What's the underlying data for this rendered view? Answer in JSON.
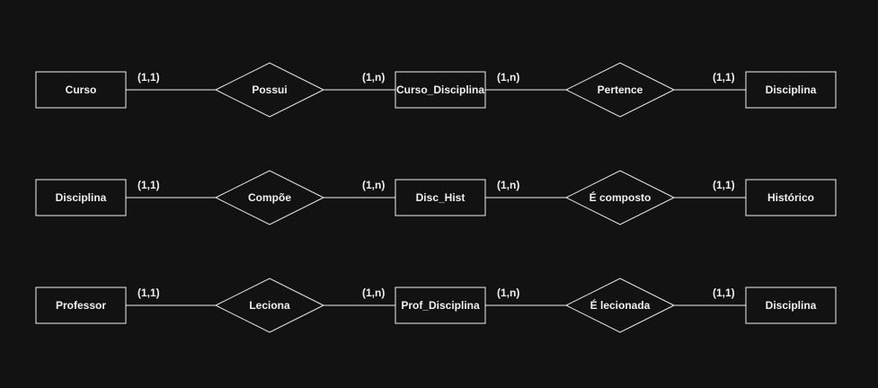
{
  "theme": {
    "background": "#121212",
    "stroke": "#f0f0f0",
    "text": "#f0f0f0"
  },
  "rows": [
    {
      "left_entity": "Curso",
      "rel1": "Possui",
      "middle_entity": "Curso_Disciplina",
      "rel2": "Pertence",
      "right_entity": "Disciplina",
      "cardinalities": [
        "(1,1)",
        "(1,n)",
        "(1,n)",
        "(1,1)"
      ]
    },
    {
      "left_entity": "Disciplina",
      "rel1": "Compõe",
      "middle_entity": "Disc_Hist",
      "rel2": "É composto",
      "right_entity": "Histórico",
      "cardinalities": [
        "(1,1)",
        "(1,n)",
        "(1,n)",
        "(1,1)"
      ]
    },
    {
      "left_entity": "Professor",
      "rel1": "Leciona",
      "middle_entity": "Prof_Disciplina",
      "rel2": "É lecionada",
      "right_entity": "Disciplina",
      "cardinalities": [
        "(1,1)",
        "(1,n)",
        "(1,n)",
        "(1,1)"
      ]
    }
  ]
}
